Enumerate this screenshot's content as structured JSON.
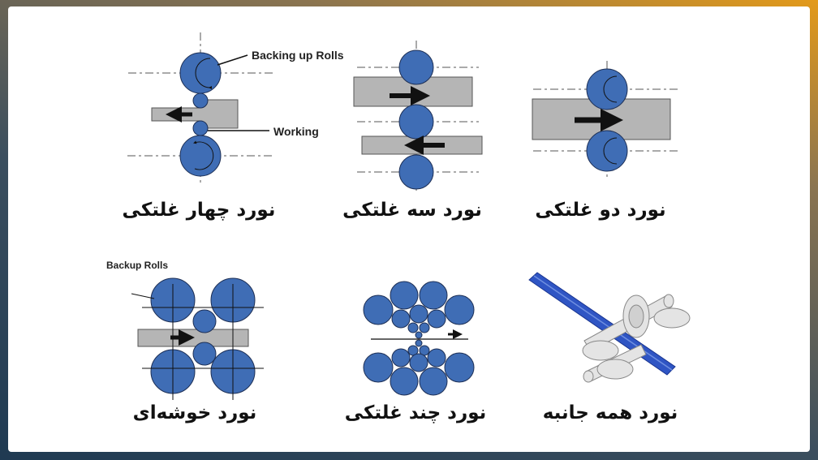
{
  "colors": {
    "roll": "#3f6db5",
    "roll_stroke": "#1d2f55",
    "strip": "#b5b5b5",
    "channel": "#2f55c4"
  },
  "diagrams": [
    {
      "label": "نورد چهار غلتکی",
      "annotations": [
        "Backing up Rolls",
        "Working"
      ]
    },
    {
      "label": "نورد سه غلتکی"
    },
    {
      "label": "نورد دو غلتکی"
    },
    {
      "label": "نورد خوشه‌ای",
      "annotations": [
        "Backup Rolls"
      ]
    },
    {
      "label": "نورد چند غلتکی"
    },
    {
      "label": "نورد همه جانبه"
    }
  ]
}
